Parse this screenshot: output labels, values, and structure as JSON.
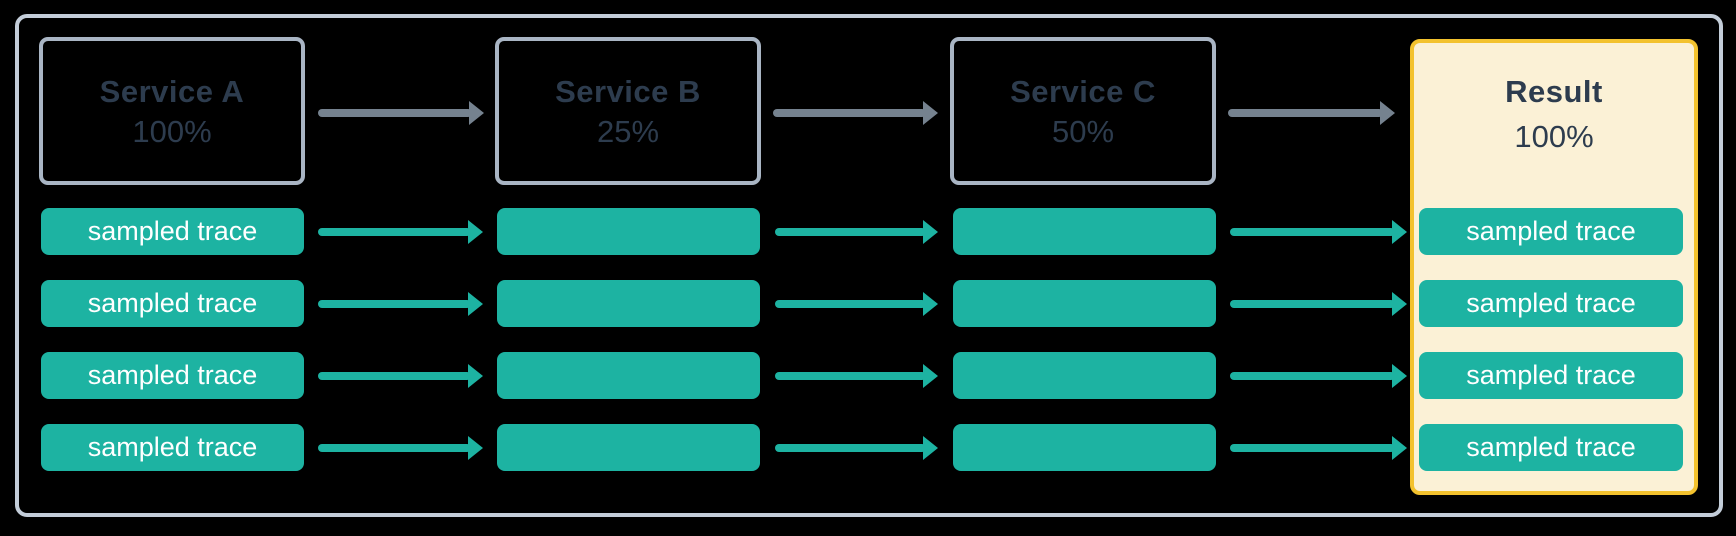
{
  "diagram": {
    "columns": [
      {
        "id": "service-a",
        "title": "Service A",
        "rate": "100%",
        "type": "service"
      },
      {
        "id": "service-b",
        "title": "Service B",
        "rate": "25%",
        "type": "service"
      },
      {
        "id": "service-c",
        "title": "Service C",
        "rate": "50%",
        "type": "result-highlight"
      }
    ],
    "result": {
      "title": "Result",
      "rate": "100%"
    },
    "trace_label": "sampled trace",
    "trace_rows": 4,
    "colors": {
      "teal": "#1db3a2",
      "dark_slate_text": "#2d3c4e",
      "gray_arrow": "#75828f",
      "service_box_border": "#a9b5c4",
      "outer_frame_border": "#c3cdd9",
      "result_background": "#fbf1d6",
      "result_border": "#f3c22e",
      "trace_text": "#ffffff",
      "page_background": "#000000"
    }
  }
}
